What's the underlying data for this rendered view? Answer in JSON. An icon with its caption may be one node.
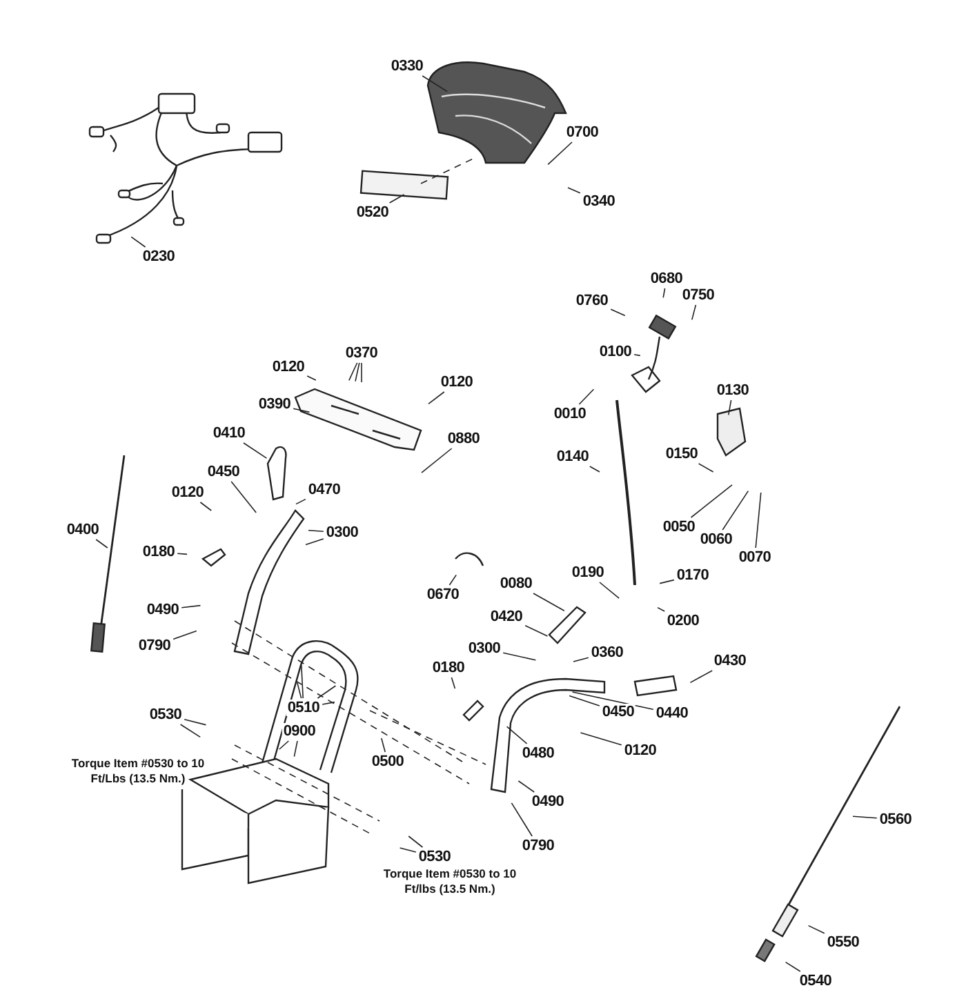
{
  "diagram": {
    "nodes": [
      {
        "text": [
          "0330"
        ]
      },
      {
        "text": [
          "0700"
        ]
      },
      {
        "text": [
          "0340"
        ]
      },
      {
        "text": [
          "0520"
        ]
      },
      {
        "text": [
          "0230"
        ]
      },
      {
        "text": [
          "0680"
        ]
      },
      {
        "text": [
          "0750"
        ]
      },
      {
        "text": [
          "0760"
        ]
      },
      {
        "text": [
          "0100"
        ]
      },
      {
        "text": [
          "0370"
        ]
      },
      {
        "text": [
          "0120"
        ]
      },
      {
        "text": [
          "0120"
        ]
      },
      {
        "text": [
          "0130"
        ]
      },
      {
        "text": [
          "0390"
        ]
      },
      {
        "text": [
          "0010"
        ]
      },
      {
        "text": [
          "0410"
        ]
      },
      {
        "text": [
          "0880"
        ]
      },
      {
        "text": [
          "0150"
        ]
      },
      {
        "text": [
          "0140"
        ]
      },
      {
        "text": [
          "0450"
        ]
      },
      {
        "text": [
          "0470"
        ]
      },
      {
        "text": [
          "0120"
        ]
      },
      {
        "text": [
          "0050"
        ]
      },
      {
        "text": [
          "0300"
        ]
      },
      {
        "text": [
          "0060"
        ]
      },
      {
        "text": [
          "0400"
        ]
      },
      {
        "text": [
          "0070"
        ]
      },
      {
        "text": [
          "0180"
        ]
      },
      {
        "text": [
          "0670"
        ]
      },
      {
        "text": [
          "0190"
        ]
      },
      {
        "text": [
          "0170"
        ]
      },
      {
        "text": [
          "0080"
        ]
      },
      {
        "text": [
          "0200"
        ]
      },
      {
        "text": [
          "0490"
        ]
      },
      {
        "text": [
          "0420"
        ]
      },
      {
        "text": [
          "0790"
        ]
      },
      {
        "text": [
          "0300"
        ]
      },
      {
        "text": [
          "0360"
        ]
      },
      {
        "text": [
          "0430"
        ]
      },
      {
        "text": [
          "0180"
        ]
      },
      {
        "text": [
          "0510"
        ]
      },
      {
        "text": [
          "0440"
        ]
      },
      {
        "text": [
          "0450"
        ]
      },
      {
        "text": [
          "0530"
        ]
      },
      {
        "text": [
          "0900"
        ]
      },
      {
        "text": [
          "0500"
        ]
      },
      {
        "text": [
          "0120"
        ]
      },
      {
        "text": [
          "0480"
        ]
      },
      {
        "text": [
          "0490"
        ]
      },
      {
        "text": [
          "0560"
        ]
      },
      {
        "text": [
          "0790"
        ]
      },
      {
        "text": [
          "0530"
        ]
      },
      {
        "text": [
          "0550"
        ]
      },
      {
        "text": [
          "0540"
        ]
      }
    ],
    "edges": [
      {
        "from": 0,
        "to": null,
        "arrow": "none"
      },
      {
        "from": 1,
        "to": null,
        "arrow": "none"
      },
      {
        "from": 2,
        "to": null,
        "arrow": "none"
      },
      {
        "from": 3,
        "to": null,
        "arrow": "none"
      },
      {
        "from": 4,
        "to": null,
        "arrow": "none"
      },
      {
        "from": 5,
        "to": null,
        "arrow": "none"
      },
      {
        "from": 6,
        "to": null,
        "arrow": "none"
      },
      {
        "from": 7,
        "to": null,
        "arrow": "none"
      },
      {
        "from": 8,
        "to": null,
        "arrow": "none"
      },
      {
        "from": 9,
        "to": null,
        "arrow": "none"
      },
      {
        "from": 9,
        "to": null,
        "arrow": "none"
      },
      {
        "from": 9,
        "to": null,
        "arrow": "none"
      },
      {
        "from": 10,
        "to": null,
        "arrow": "none"
      },
      {
        "from": 11,
        "to": null,
        "arrow": "none"
      },
      {
        "from": 12,
        "to": null,
        "arrow": "none"
      },
      {
        "from": 13,
        "to": null,
        "arrow": "none"
      },
      {
        "from": 14,
        "to": null,
        "arrow": "none"
      },
      {
        "from": 15,
        "to": null,
        "arrow": "none"
      },
      {
        "from": 16,
        "to": null,
        "arrow": "none"
      },
      {
        "from": 17,
        "to": null,
        "arrow": "none"
      },
      {
        "from": 18,
        "to": null,
        "arrow": "none"
      },
      {
        "from": 19,
        "to": null,
        "arrow": "none"
      },
      {
        "from": 20,
        "to": null,
        "arrow": "none"
      },
      {
        "from": 21,
        "to": null,
        "arrow": "none"
      },
      {
        "from": 22,
        "to": null,
        "arrow": "none"
      },
      {
        "from": 23,
        "to": null,
        "arrow": "none"
      },
      {
        "from": 23,
        "to": null,
        "arrow": "none"
      },
      {
        "from": 24,
        "to": null,
        "arrow": "none"
      },
      {
        "from": 25,
        "to": null,
        "arrow": "none"
      },
      {
        "from": 26,
        "to": null,
        "arrow": "none"
      },
      {
        "from": 27,
        "to": null,
        "arrow": "none"
      },
      {
        "from": 28,
        "to": null,
        "arrow": "none"
      },
      {
        "from": 29,
        "to": null,
        "arrow": "none"
      },
      {
        "from": 30,
        "to": null,
        "arrow": "none"
      },
      {
        "from": 31,
        "to": null,
        "arrow": "none"
      },
      {
        "from": 32,
        "to": null,
        "arrow": "none"
      },
      {
        "from": 33,
        "to": null,
        "arrow": "none"
      },
      {
        "from": 34,
        "to": null,
        "arrow": "none"
      },
      {
        "from": 35,
        "to": null,
        "arrow": "none"
      },
      {
        "from": 36,
        "to": null,
        "arrow": "none"
      },
      {
        "from": 37,
        "to": null,
        "arrow": "none"
      },
      {
        "from": 38,
        "to": null,
        "arrow": "none"
      },
      {
        "from": 39,
        "to": null,
        "arrow": "none"
      },
      {
        "from": 40,
        "to": null,
        "arrow": "none"
      },
      {
        "from": 40,
        "to": null,
        "arrow": "none"
      },
      {
        "from": 40,
        "to": null,
        "arrow": "none"
      },
      {
        "from": 40,
        "to": null,
        "arrow": "none"
      },
      {
        "from": 41,
        "to": null,
        "arrow": "none"
      },
      {
        "from": 42,
        "to": null,
        "arrow": "none"
      },
      {
        "from": 43,
        "to": null,
        "arrow": "none"
      },
      {
        "from": 43,
        "to": null,
        "arrow": "none"
      },
      {
        "from": 44,
        "to": null,
        "arrow": "none"
      },
      {
        "from": 44,
        "to": null,
        "arrow": "none"
      },
      {
        "from": 45,
        "to": null,
        "arrow": "none"
      },
      {
        "from": 46,
        "to": null,
        "arrow": "none"
      },
      {
        "from": 47,
        "to": null,
        "arrow": "none"
      },
      {
        "from": 48,
        "to": null,
        "arrow": "none"
      },
      {
        "from": 49,
        "to": null,
        "arrow": "none"
      },
      {
        "from": 50,
        "to": null,
        "arrow": "none"
      },
      {
        "from": 51,
        "to": null,
        "arrow": "none"
      },
      {
        "from": 51,
        "to": null,
        "arrow": "none"
      },
      {
        "from": 52,
        "to": null,
        "arrow": "none"
      },
      {
        "from": 53,
        "to": null,
        "arrow": "none"
      }
    ],
    "labels": [
      "Torque Item #0530 to 10 Ft/Lbs (13.5 Nm.)",
      "Torque Item #0530 to 10 Ft/lbs (13.5 Nm.)"
    ]
  }
}
